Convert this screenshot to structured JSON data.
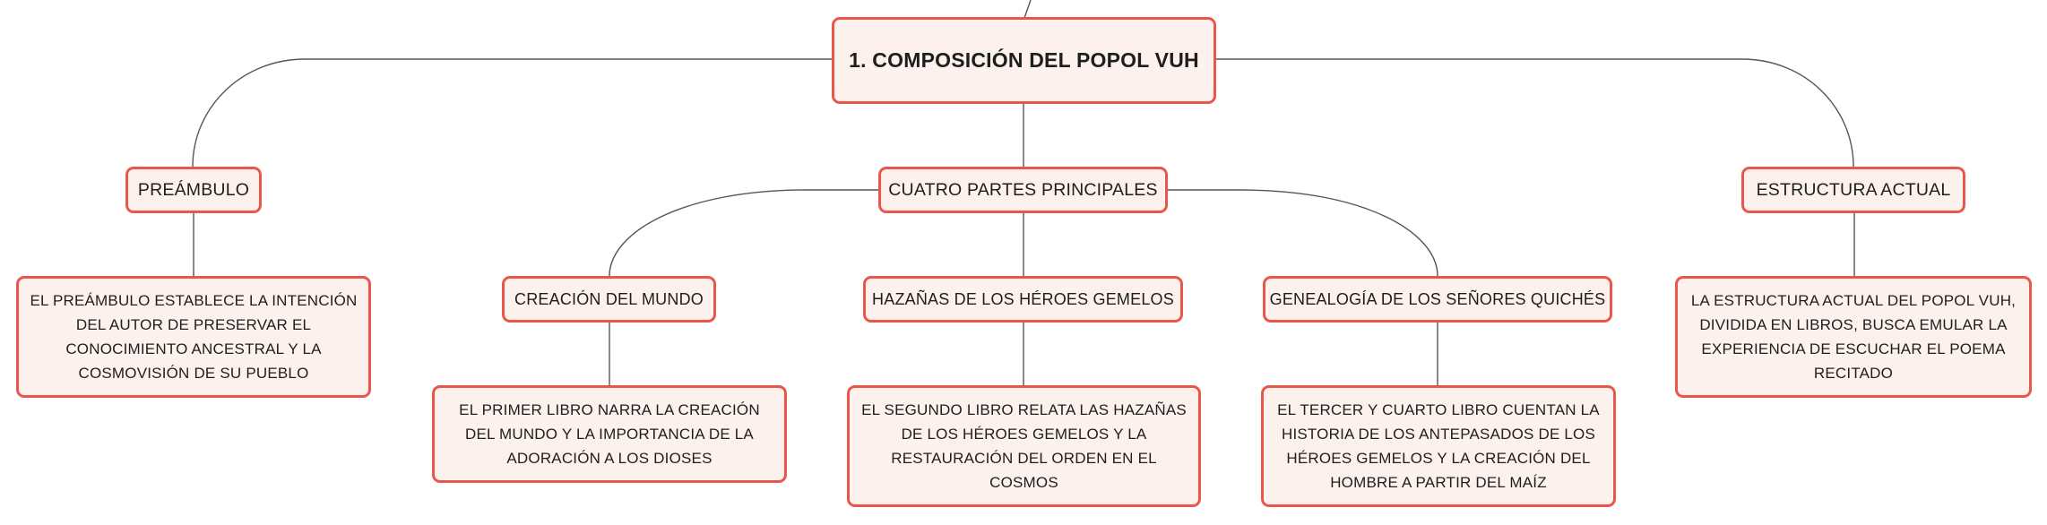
{
  "diagram": {
    "root": {
      "label": "1. COMPOSICIÓN DEL POPOL VUH"
    },
    "branches": {
      "preambulo": {
        "label": "PREÁMBULO",
        "description": "EL PREÁMBULO ESTABLECE LA INTENCIÓN DEL AUTOR DE PRESERVAR EL CONOCIMIENTO ANCESTRAL Y LA COSMOVISIÓN DE SU PUEBLO"
      },
      "cuatro_partes": {
        "label": "CUATRO PARTES PRINCIPALES",
        "children": {
          "creacion": {
            "label": "CREACIÓN DEL MUNDO",
            "description": "EL PRIMER LIBRO NARRA LA CREACIÓN DEL MUNDO Y LA IMPORTANCIA DE LA ADORACIÓN A LOS DIOSES"
          },
          "hazanas": {
            "label": "HAZAÑAS DE LOS HÉROES GEMELOS",
            "description": "EL SEGUNDO LIBRO RELATA LAS HAZAÑAS DE LOS HÉROES GEMELOS Y LA RESTAURACIÓN DEL ORDEN EN EL COSMOS"
          },
          "genealogia": {
            "label": "GENEALOGÍA DE LOS SEÑORES QUICHÉS",
            "description": "EL TERCER Y CUARTO LIBRO CUENTAN LA HISTORIA DE LOS ANTEPASADOS DE LOS HÉROES GEMELOS Y LA CREACIÓN DEL HOMBRE A PARTIR DEL MAÍZ"
          }
        }
      },
      "estructura": {
        "label": "ESTRUCTURA ACTUAL",
        "description": "LA ESTRUCTURA ACTUAL DEL POPOL VUH, DIVIDIDA EN LIBROS, BUSCA EMULAR LA EXPERIENCIA DE ESCUCHAR EL POEMA RECITADO"
      }
    },
    "colors": {
      "node_fill": "#fdf1ee",
      "node_border": "#e8574a",
      "connector": "#555555",
      "text": "#1e1e1e"
    }
  }
}
